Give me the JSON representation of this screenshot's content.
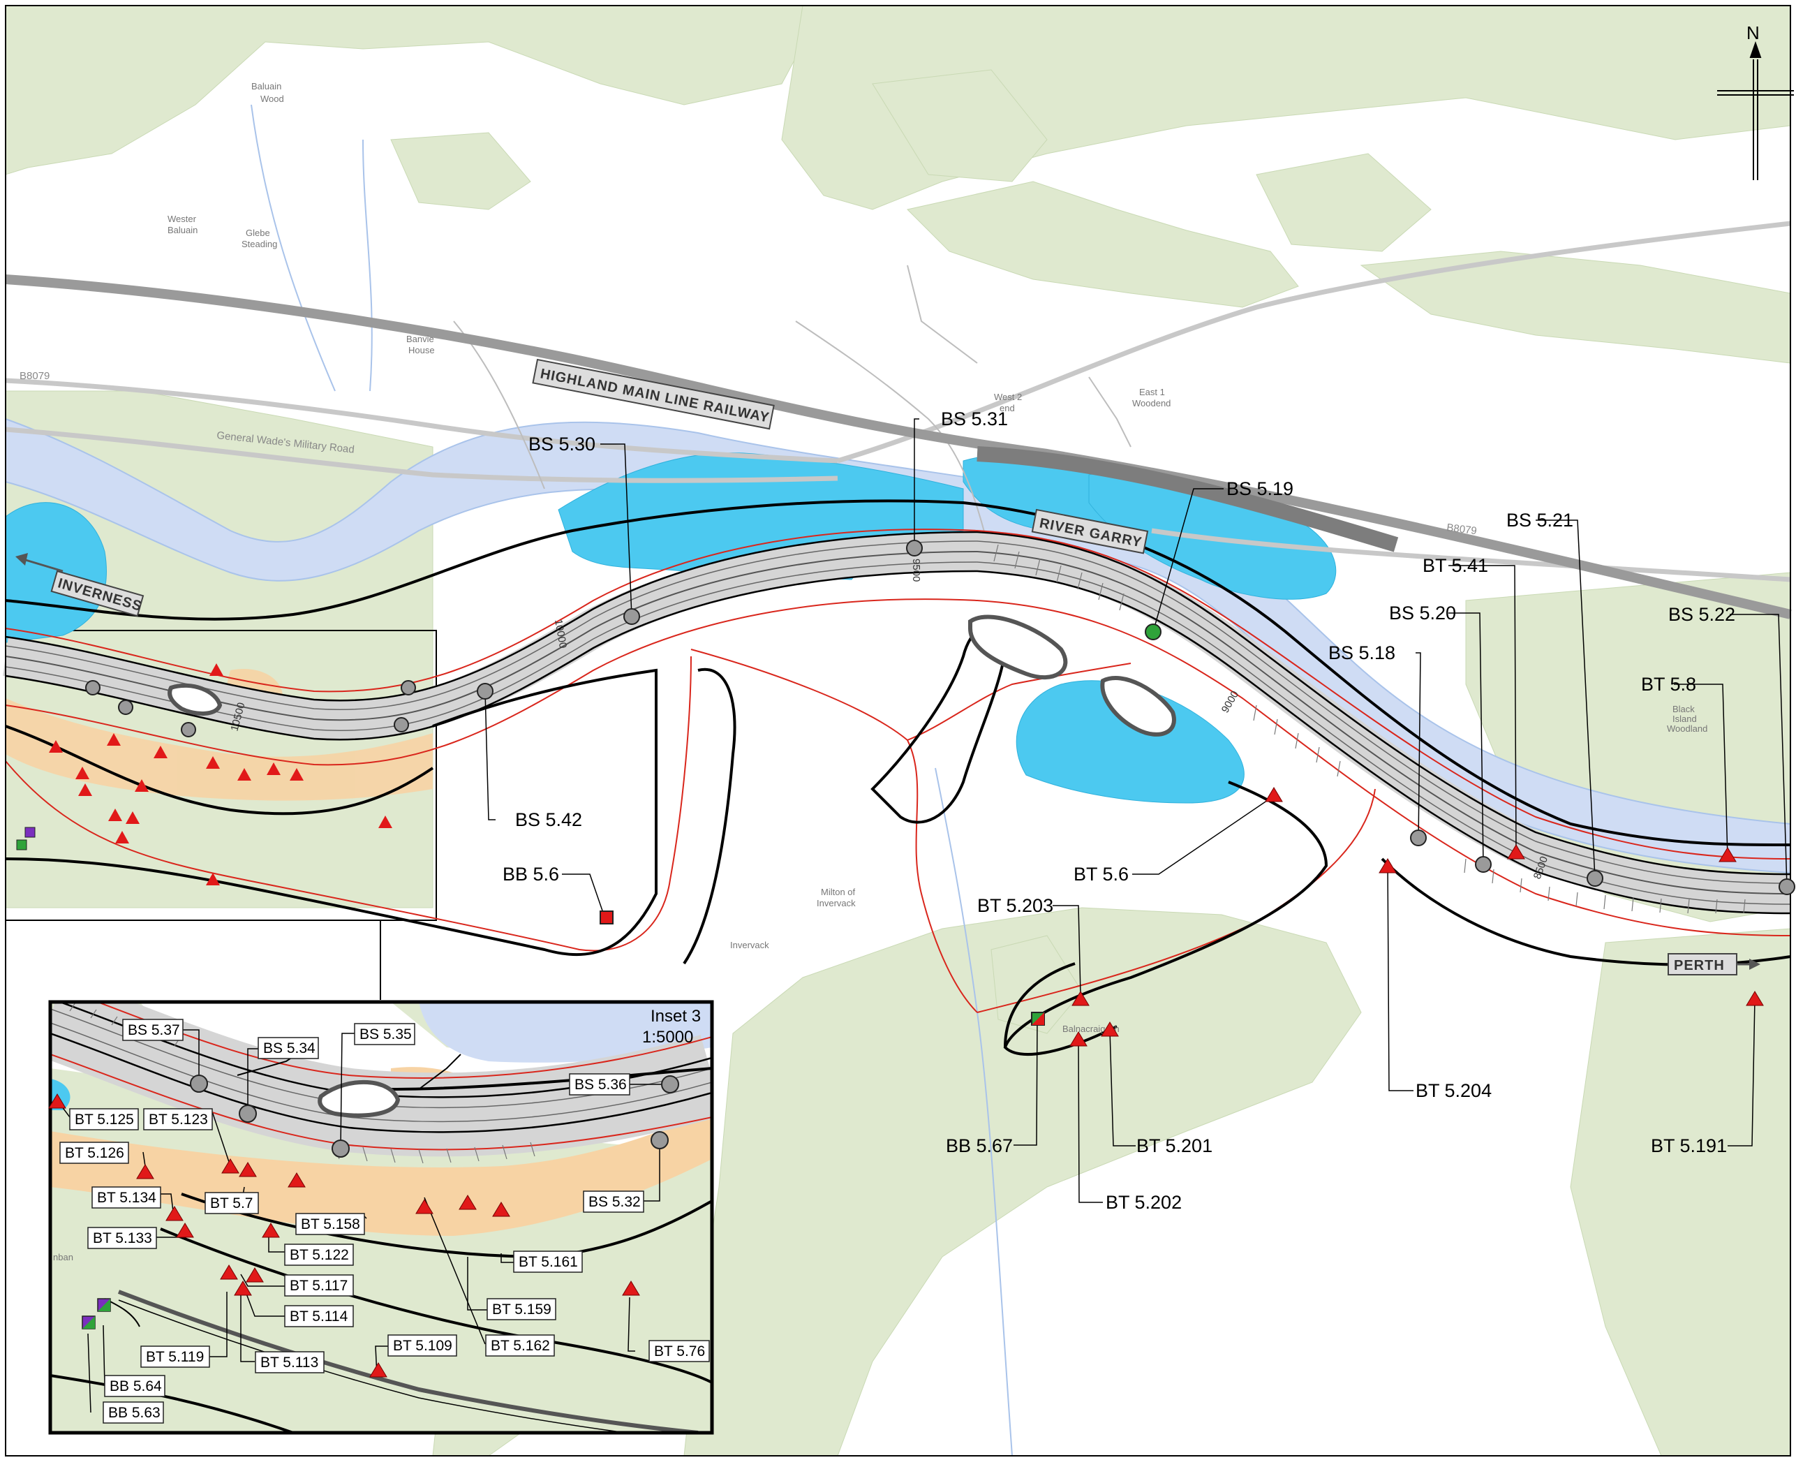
{
  "north": "N",
  "tags": {
    "railway": "HIGHLAND MAIN LINE RAILWAY",
    "river": "RIVER GARRY",
    "inverness": "INVERNESS",
    "perth": "PERTH"
  },
  "roads": {
    "b8079_west": "B8079",
    "b8079_east": "B8079",
    "military": "General Wade's Military Road"
  },
  "places": {
    "baluain1": "Baluain",
    "baluain2": "Wood",
    "wester1": "Wester",
    "wester2": "Baluain",
    "glebe1": "Glebe",
    "glebe2": "Steading",
    "banvie1": "Banvie",
    "banvie2": "House",
    "west2a": "West 2",
    "west2b": "end",
    "east1a": "East 1",
    "east1b": "Woodend",
    "milton1": "Milton of",
    "milton2": "Invervack",
    "invervack": "Invervack",
    "blackisland1": "Black",
    "blackisland2": "Island",
    "blackisland3": "Woodland",
    "balnacraig": "Balnacraig Ch",
    "insetplace": "nban"
  },
  "chainages": {
    "c10000": "10000",
    "c10500": "10500",
    "c9500": "9500",
    "c9000": "9000",
    "c8500": "8500"
  },
  "inset": {
    "title": "Inset 3",
    "scale": "1:5000"
  },
  "main_labels": {
    "bs530": "BS 5.30",
    "bs531": "BS 5.31",
    "bs519": "BS 5.19",
    "bs521": "BS 5.21",
    "bt541": "BT 5.41",
    "bs520": "BS 5.20",
    "bs518": "BS 5.18",
    "bs522": "BS 5.22",
    "bt58": "BT 5.8",
    "bs542": "BS 5.42",
    "bb56": "BB 5.6",
    "bt56": "BT 5.6",
    "bt5203": "BT 5.203",
    "bt5204": "BT 5.204",
    "bt5201": "BT 5.201",
    "bb567": "BB 5.67",
    "bt5202": "BT 5.202",
    "bt5191": "BT 5.191"
  },
  "inset_labels": {
    "bs537": "BS 5.37",
    "bs534": "BS 5.34",
    "bs535": "BS 5.35",
    "bs536": "BS 5.36",
    "bt5125": "BT 5.125",
    "bt5123": "BT 5.123",
    "bt5126": "BT 5.126",
    "bt57": "BT 5.7",
    "bs532": "BS 5.32",
    "bt5134": "BT 5.134",
    "bt5158": "BT 5.158",
    "bt5133": "BT 5.133",
    "bt5122": "BT 5.122",
    "bt5161": "BT 5.161",
    "bt5117": "BT 5.117",
    "bt5114": "BT 5.114",
    "bt5159": "BT 5.159",
    "bt5119": "BT 5.119",
    "bt5113": "BT 5.113",
    "bt5109": "BT 5.109",
    "bt5162": "BT 5.162",
    "bt576": "BT 5.76",
    "bb564": "BB 5.64",
    "bb563": "BB 5.63"
  },
  "colors": {
    "woodland": "#dfe9cf",
    "water_line": "#cfdcf4",
    "flood": "#4cc9f0",
    "arable": "#f7d3a4",
    "red_line": "#d9261c",
    "marker_red": "#e11919",
    "marker_grey": "#9a9a9a",
    "marker_green": "#2fa33a",
    "marker_purple": "#7b2fbe"
  }
}
